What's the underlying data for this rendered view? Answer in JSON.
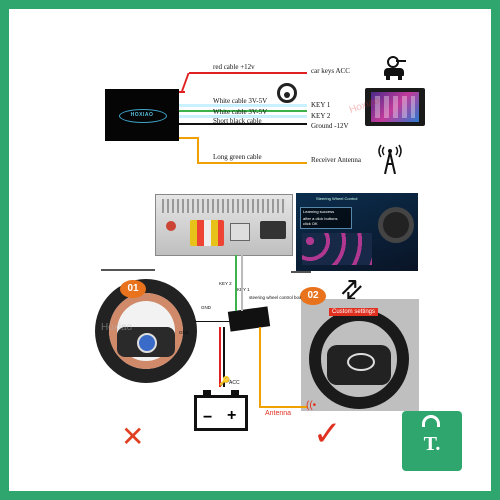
{
  "colors": {
    "frame": "#2ea66d",
    "red": "#e02020",
    "white_wire": "#c8f0ff",
    "yellow": "#f0a000",
    "black": "#111111",
    "green": "#3db24a",
    "badge_orange": "#e8731c",
    "cross_red": "#e04020",
    "check_red": "#e03020"
  },
  "top_box": {
    "logo": "HOXIAO"
  },
  "wires": {
    "red_label": "red cable +12v",
    "white1_label": "White cable  3V-5V",
    "white2_label": "White cable  3V-5V",
    "black_label": "Short black cable",
    "yellow_label": "Long green cable"
  },
  "functions": {
    "acc": "car keys ACC",
    "key1": "KEY 1",
    "key2": "KEY 2",
    "ground": "Ground -12V",
    "antenna": "Receiver Antenna"
  },
  "watermark": "Hoxiao",
  "bottom": {
    "key2": "KEY 2",
    "key1": "KEY 1",
    "control_box": "steering wheel control box",
    "gnd_top": "GND",
    "gnd_left": "GND",
    "acc": "ACC",
    "antenna": "Antenna",
    "badge1": "01",
    "badge2": "02",
    "custom_settings": "Custom settings",
    "ui_title": "Steering Wheel Control",
    "ui_learning": "Learning success",
    "ui_after": "after a click buttons",
    "ui_click": "click OK"
  },
  "store": {
    "letter": "T."
  },
  "icons": [
    "car-key-icon",
    "steering-wheel-icon",
    "head-unit-icon",
    "antenna-tower-icon",
    "battery-icon",
    "cross-icon",
    "check-icon",
    "shopping-bag-icon"
  ]
}
